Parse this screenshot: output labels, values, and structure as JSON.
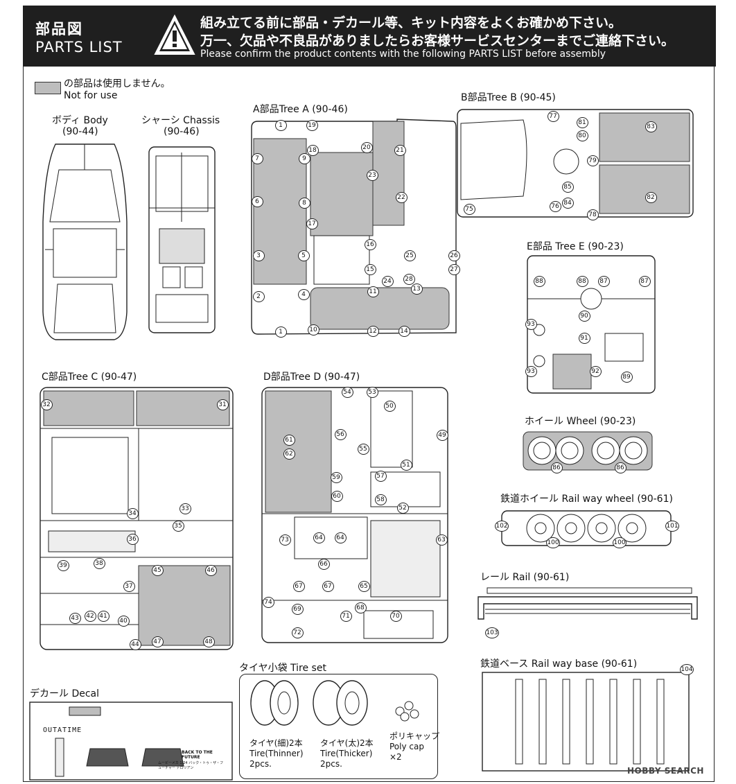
{
  "header": {
    "title_jp": "部品図",
    "title_en": "PARTS LIST",
    "warning_jp_1": "組み立てる前に部品・デカール等、キット内容をよくお確かめ下さい。",
    "warning_jp_2": "万一、欠品や不良品がありましたらお客様サービスセンターまでご連絡下さい。",
    "warning_en": "Please confirm the product contents with the following PARTS LIST before assembly",
    "warning_icon": "warning-triangle-icon"
  },
  "legend": {
    "text_jp": "の部品は使用しません。",
    "text_en": "Not for use",
    "swatch_color": "#bdbdbd"
  },
  "sections": {
    "body": {
      "title": "ボディ Body",
      "code": "(90-44)"
    },
    "chassis": {
      "title": "シャーシ Chassis",
      "code": "(90-46)"
    },
    "tree_a": {
      "title": "A部品Tree A (90-46)"
    },
    "tree_b": {
      "title": "B部品Tree B (90-45)"
    },
    "tree_e": {
      "title": "E部品 Tree E (90-23)"
    },
    "tree_c": {
      "title": "C部品Tree C (90-47)"
    },
    "tree_d": {
      "title": "D部品Tree D (90-47)"
    },
    "wheel": {
      "title": "ホイール Wheel (90-23)"
    },
    "railwheel": {
      "title": "鉄道ホイール  Rail way wheel (90-61)"
    },
    "rail": {
      "title": "レール Rail (90-61)"
    },
    "railbase": {
      "title": "鉄道ベース Rail way base (90-61)"
    },
    "decal": {
      "title": "デカール Decal"
    },
    "tireset": {
      "title": "タイヤ小袋 Tire set"
    }
  },
  "tires": {
    "thin_jp": "タイヤ(細)2本",
    "thin_en": "Tire(Thinner)",
    "thin_qty": "2pcs.",
    "thick_jp": "タイヤ(太)2本",
    "thick_en": "Tire(Thicker)",
    "thick_qty": "2pcs.",
    "cap_jp": "ポリキャップ",
    "cap_en": "Poly cap",
    "cap_qty": "×2"
  },
  "decal_text": {
    "plate": "OUTATIME",
    "logo": "BACK TO THE FUTURE",
    "caption": "ムービーメカ 1/24 バック・トゥ・ザ・フューチャー デロリアン"
  },
  "watermark": "HOBBY SEARCH",
  "part_numbers": {
    "tree_a": [
      "1",
      "19",
      "20",
      "7",
      "9",
      "18",
      "21",
      "23",
      "6",
      "8",
      "22",
      "17",
      "3",
      "5",
      "16",
      "25",
      "26",
      "27",
      "28",
      "24",
      "15",
      "2",
      "4",
      "11",
      "13",
      "10",
      "12",
      "14",
      "1"
    ],
    "tree_b": [
      "77",
      "81",
      "80",
      "83",
      "79",
      "85",
      "84",
      "76",
      "75",
      "78",
      "82"
    ],
    "tree_e": [
      "88",
      "88",
      "87",
      "87",
      "90",
      "93",
      "91",
      "92",
      "89",
      "93"
    ],
    "tree_c": [
      "32",
      "31",
      "34",
      "33",
      "35",
      "36",
      "39",
      "38",
      "37",
      "45",
      "46",
      "43",
      "42",
      "41",
      "40",
      "44",
      "47",
      "48"
    ],
    "tree_d": [
      "54",
      "53",
      "50",
      "61",
      "56",
      "49",
      "62",
      "55",
      "51",
      "59",
      "57",
      "60",
      "58",
      "52",
      "73",
      "64",
      "64",
      "63",
      "66",
      "67",
      "67",
      "65",
      "74",
      "69",
      "68",
      "71",
      "70",
      "72"
    ],
    "wheel": [
      "86",
      "86"
    ],
    "railwheel": [
      "102",
      "100",
      "100",
      "101"
    ],
    "rail": [
      "103"
    ],
    "railbase": [
      "104"
    ]
  }
}
